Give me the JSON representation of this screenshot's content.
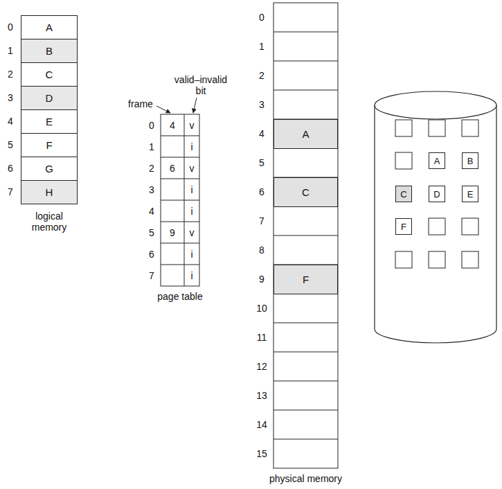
{
  "diagram": {
    "nodes": [
      {
        "text": [
          "A"
        ]
      },
      {
        "text": [
          "B"
        ]
      },
      {
        "text": [
          "C"
        ]
      },
      {
        "text": [
          "D"
        ]
      },
      {
        "text": [
          "E"
        ]
      },
      {
        "text": [
          "F"
        ]
      },
      {
        "text": [
          "G"
        ]
      },
      {
        "text": [
          "H"
        ]
      },
      {
        "text": [
          "A"
        ]
      },
      {
        "text": [
          "C"
        ]
      },
      {
        "text": [
          "F"
        ]
      },
      {
        "text": [
          "A"
        ]
      },
      {
        "text": [
          "B"
        ]
      },
      {
        "text": [
          "C"
        ]
      },
      {
        "text": [
          "D"
        ]
      },
      {
        "text": [
          "E"
        ]
      },
      {
        "text": [
          "F"
        ]
      }
    ],
    "labels": [
      "0",
      "1",
      "2",
      "3",
      "4",
      "5",
      "6",
      "7",
      "logical memory",
      "valid–invalid bit",
      "frame",
      "0",
      "1",
      "2",
      "3",
      "4",
      "5",
      "6",
      "7",
      "4",
      "6",
      "9",
      "v",
      "i",
      "v",
      "i",
      "i",
      "v",
      "i",
      "i",
      "page table",
      "0",
      "1",
      "2",
      "3",
      "4",
      "5",
      "6",
      "7",
      "8",
      "9",
      "10",
      "11",
      "12",
      "13",
      "14",
      "15",
      "physical memory"
    ]
  }
}
